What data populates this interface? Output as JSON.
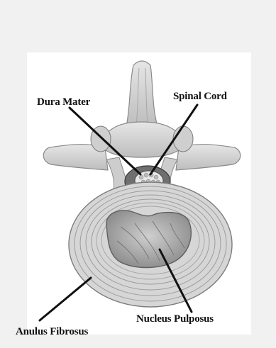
{
  "labels": {
    "dura_mater": "Dura Mater",
    "spinal_cord": "Spinal Cord",
    "nucleus_pulposus": "Nucleus Pulposus",
    "anulus_fibrosus": "Anulus Fibrosus"
  },
  "colors": {
    "background": "#f1f1f1",
    "panel": "#ffffff",
    "bone": "#d9d9d9",
    "bone_dark": "#9a9a9a",
    "line": "#111111"
  }
}
